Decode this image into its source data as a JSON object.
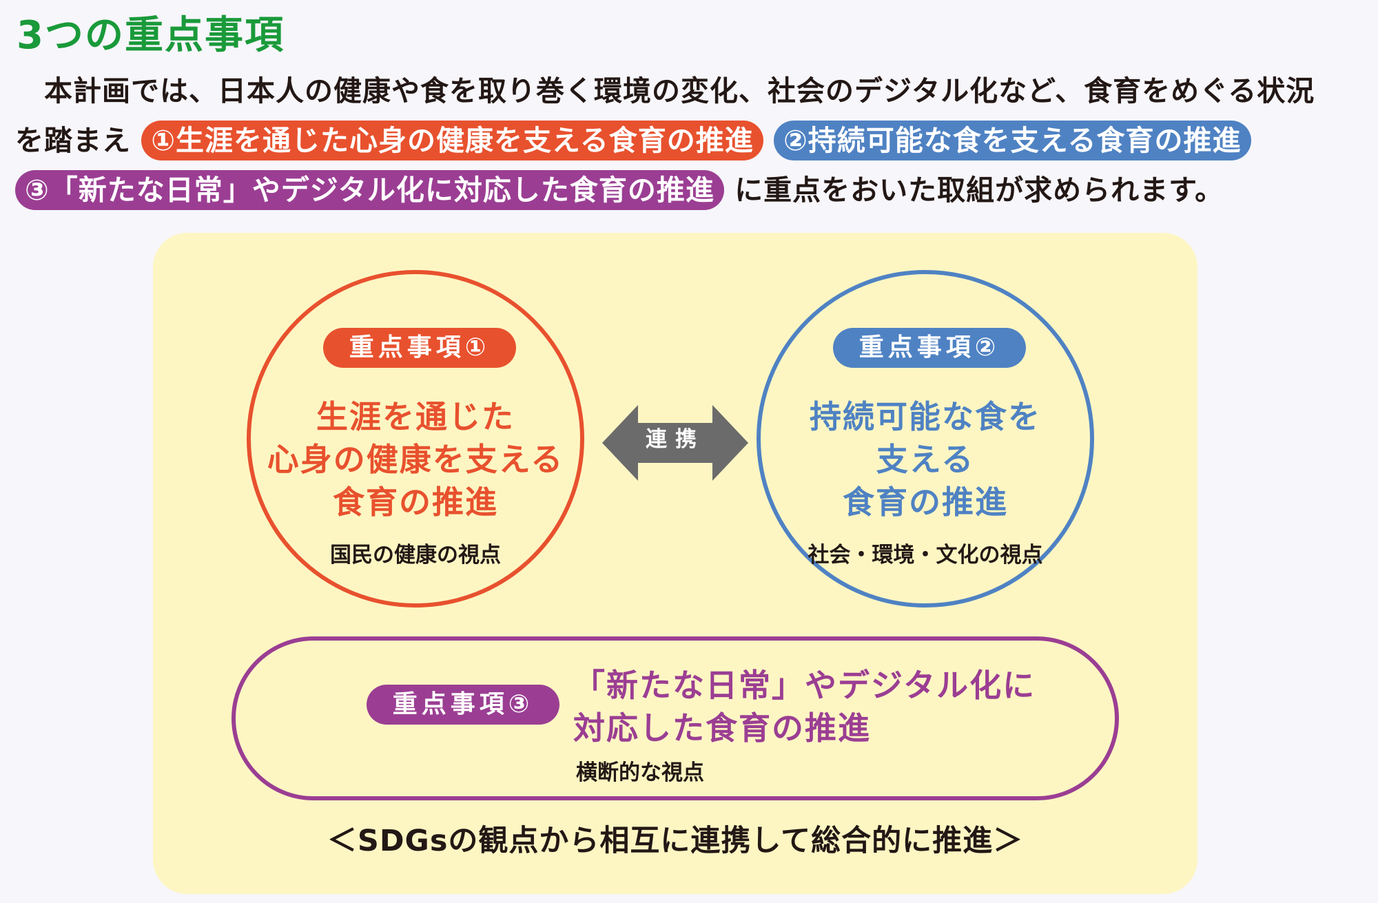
{
  "heading": "3つの重点事項",
  "intro": {
    "line1": "本計画では、日本人の健康や食を取り巻く環境の変化、社会のデジタル化など、食育をめぐる状況",
    "line2_prefix": "を踏まえ",
    "pill1": "①生涯を通じた心身の健康を支える食育の推進",
    "pill2": "②持続可能な食を支える食育の推進",
    "pill3": "③「新たな日常」やデジタル化に対応した食育の推進",
    "line3_suffix": "に重点をおいた取組が求められます。"
  },
  "diagram": {
    "priority1": {
      "badge": "重点事項①",
      "lines": [
        "生涯を通じた",
        "心身の健康を支える",
        "食育の推進"
      ],
      "sub": "国民の健康の視点"
    },
    "priority2": {
      "badge": "重点事項②",
      "lines": [
        "持続可能な食を",
        "支える",
        "食育の推進"
      ],
      "sub": "社会・環境・文化の視点"
    },
    "link_label": "連携",
    "priority3": {
      "badge": "重点事項③",
      "lines": [
        "「新たな日常」やデジタル化に",
        "対応した食育の推進"
      ],
      "sub": "横断的な視点"
    },
    "footer": "＜SDGsの観点から相互に連携して総合的に推進＞"
  },
  "colors": {
    "heading": "#1a9a3a",
    "priority1": "#e8512e",
    "priority2": "#4f82c3",
    "priority3": "#9b3e93",
    "panel": "#fdf6c3",
    "arrow": "#6b6b6b"
  }
}
